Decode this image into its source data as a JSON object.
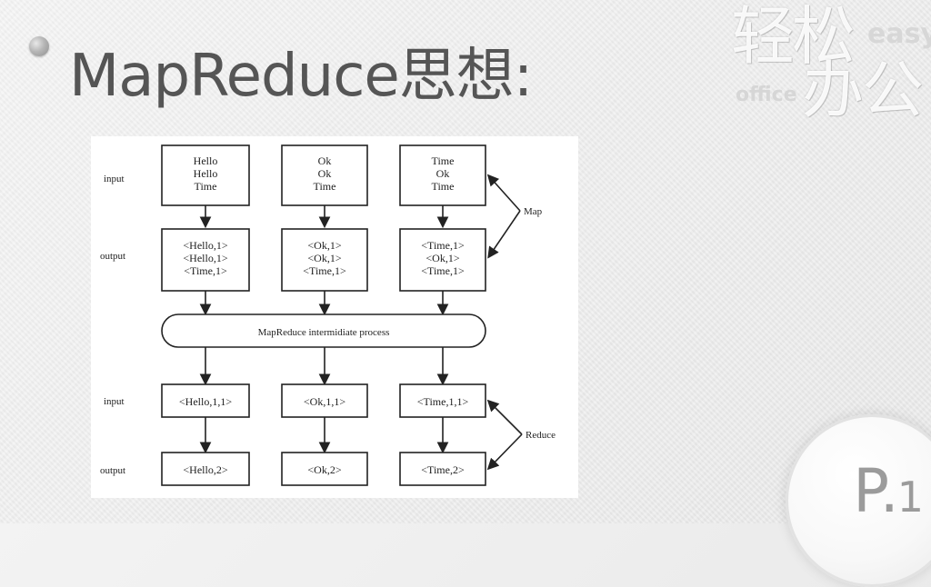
{
  "title": "MapReduce思想:",
  "logo": {
    "text_cn_1": "轻松",
    "text_en_1": "easy",
    "text_en_2": "office",
    "text_cn_2": "办公"
  },
  "diagram": {
    "labels": {
      "input_top": "input",
      "output_top": "output",
      "input_bottom": "input",
      "output_bottom": "output",
      "map": "Map",
      "reduce": "Reduce"
    },
    "map_inputs": [
      [
        "Hello",
        "Hello",
        "Time"
      ],
      [
        "Ok",
        "Ok",
        "Time"
      ],
      [
        "Time",
        "Ok",
        "Time"
      ]
    ],
    "map_outputs": [
      [
        "<Hello,1>",
        "<Hello,1>",
        "<Time,1>"
      ],
      [
        "<Ok,1>",
        "<Ok,1>",
        "<Time,1>"
      ],
      [
        "<Time,1>",
        "<Ok,1>",
        "<Time,1>"
      ]
    ],
    "middle_process": "MapReduce intermidiate process",
    "reduce_inputs": [
      "<Hello,1,1>",
      "<Ok,1,1>",
      "<Time,1,1>"
    ],
    "reduce_outputs": [
      "<Hello,2>",
      "<Ok,2>",
      "<Time,2>"
    ]
  },
  "page": {
    "prefix": "P.",
    "number": "1"
  }
}
